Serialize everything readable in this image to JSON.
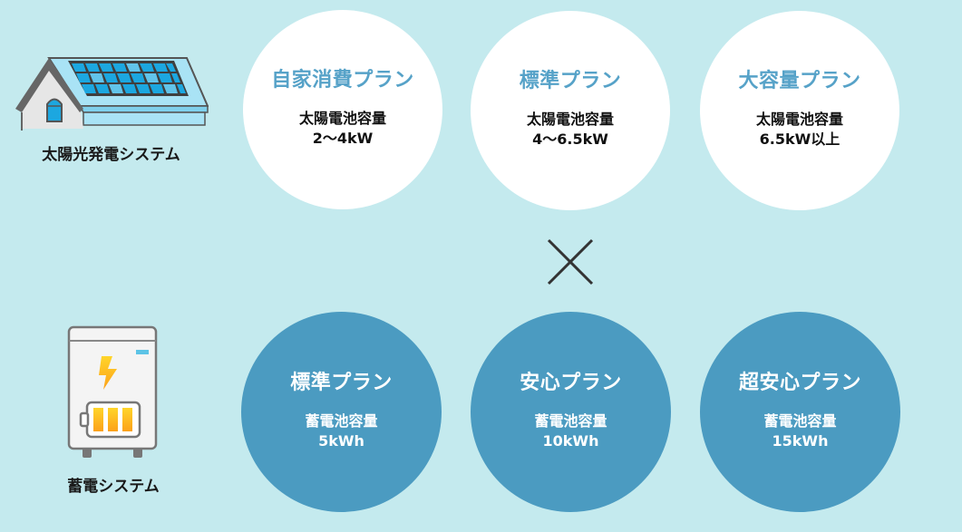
{
  "colors": {
    "background": "#c4eaee",
    "solar_plan_circle": "#ffffff",
    "solar_plan_title": "#56a2c8",
    "battery_plan_circle": "#4b9bc1",
    "battery_plan_text": "#ffffff",
    "cross": "#333333"
  },
  "solar": {
    "icon": "solar-house-icon",
    "label": "太陽光発電システム",
    "plans": [
      {
        "title": "自家消費プラン",
        "capacity_label": "太陽電池容量",
        "capacity": "2〜4kW"
      },
      {
        "title": "標準プラン",
        "capacity_label": "太陽電池容量",
        "capacity": "4〜6.5kW"
      },
      {
        "title": "大容量プラン",
        "capacity_label": "太陽電池容量",
        "capacity": "6.5kW以上"
      }
    ]
  },
  "combine_symbol": "cross-icon",
  "battery": {
    "icon": "battery-storage-icon",
    "label": "蓄電システム",
    "plans": [
      {
        "title": "標準プラン",
        "capacity_label": "蓄電池容量",
        "capacity": "5kWh"
      },
      {
        "title": "安心プラン",
        "capacity_label": "蓄電池容量",
        "capacity": "10kWh"
      },
      {
        "title": "超安心プラン",
        "capacity_label": "蓄電池容量",
        "capacity": "15kWh"
      }
    ]
  }
}
